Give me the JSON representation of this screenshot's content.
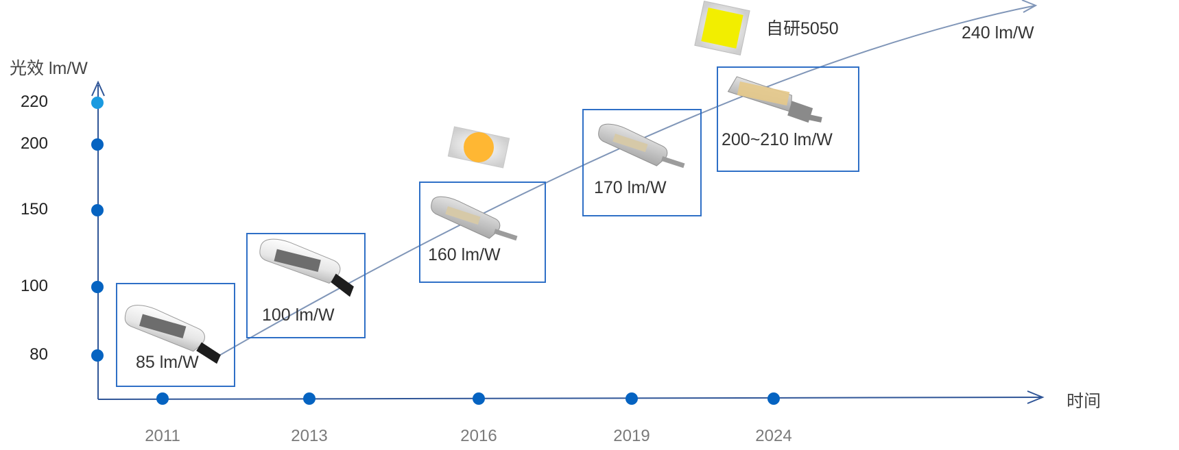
{
  "chart_data": {
    "type": "scatter",
    "ylabel": "光效 lm/W",
    "xlabel": "时间",
    "yticks": [
      80,
      100,
      150,
      200,
      220
    ],
    "xticks": [
      "2011",
      "2013",
      "2016",
      "2019",
      "2024"
    ],
    "points": [
      {
        "year": "2011",
        "label": "85 lm/W"
      },
      {
        "year": "2013",
        "label": "100 lm/W"
      },
      {
        "year": "2016",
        "label": "160 lm/W"
      },
      {
        "year": "2019",
        "label": "170 lm/W"
      },
      {
        "year": "2024",
        "label": "200~210 lm/W"
      }
    ],
    "trend_end_label": "240 lm/W",
    "chip_label": "自研5050",
    "colors": {
      "axis": "#2f5597",
      "tick_dot": "#0563c1",
      "box": "#2e6fc6",
      "trend": "#8096b8",
      "chip_square": "#f2ee00",
      "chip_round": "#ffb733"
    }
  }
}
